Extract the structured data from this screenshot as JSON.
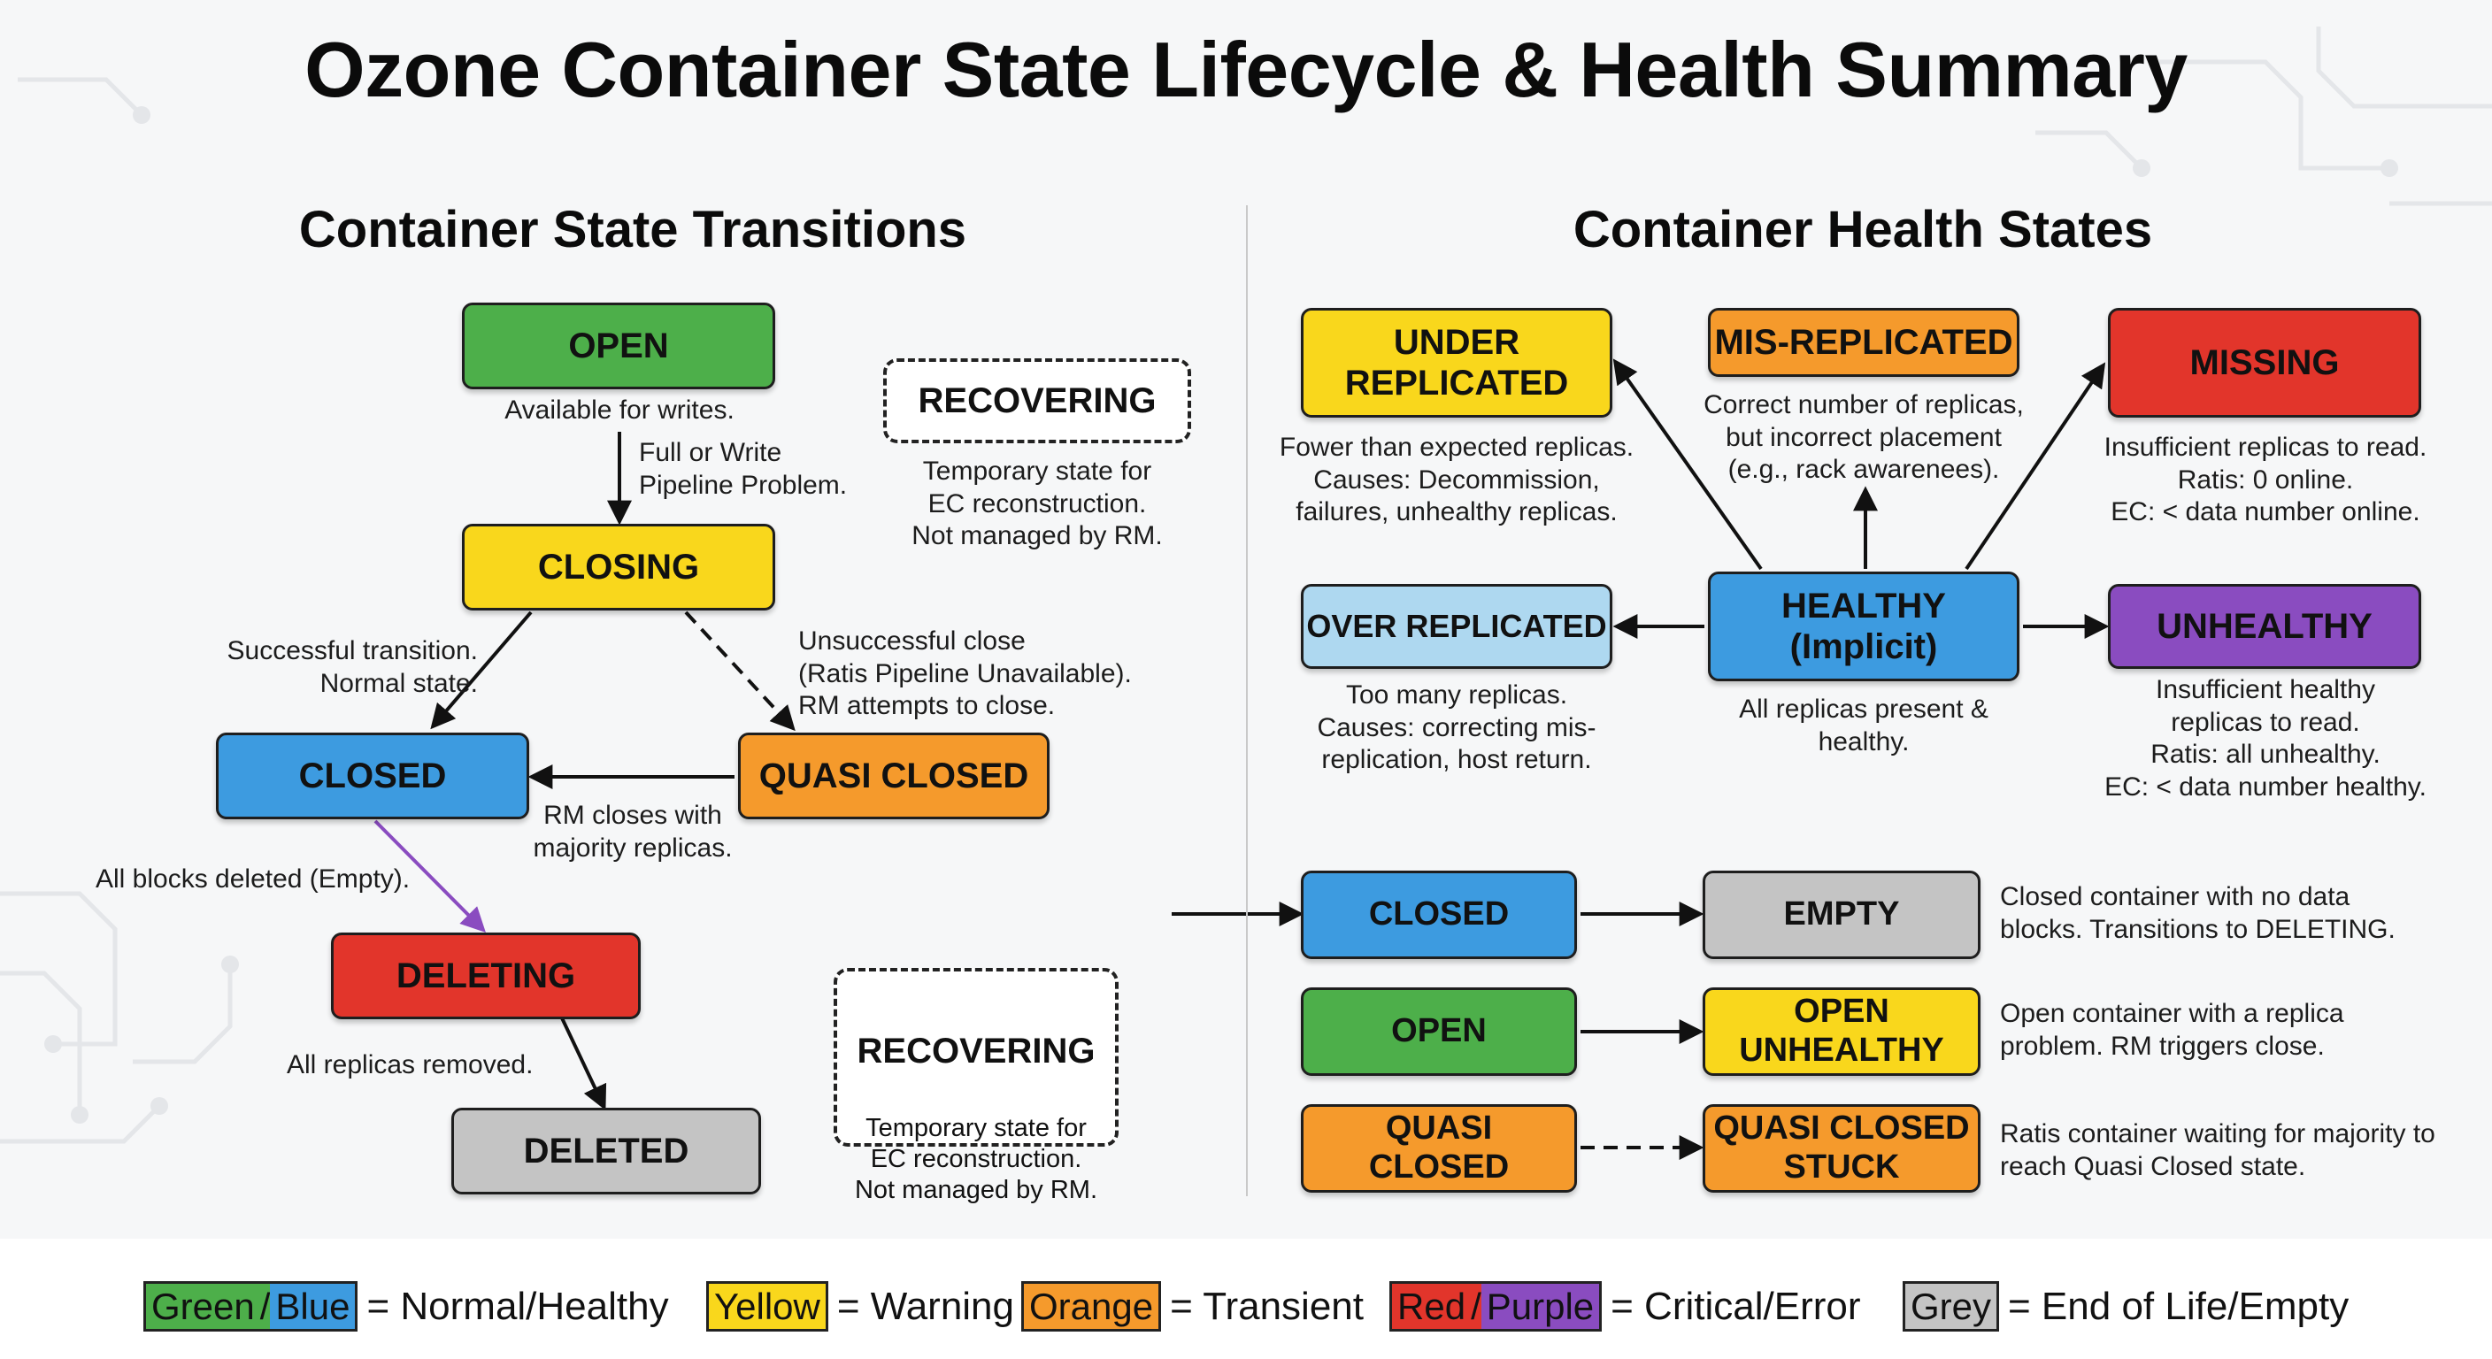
{
  "title": "Ozone Container State Lifecycle & Health Summary",
  "colors": {
    "green": "#4daf4a",
    "blue": "#3d9be0",
    "yellow": "#f9d71c",
    "orange": "#f59a2c",
    "red": "#e2352b",
    "purple": "#8a4cc0",
    "grey": "#c4c4c4",
    "light_blue": "#aed8f0",
    "purple_arrow": "#8a4cc0"
  },
  "left": {
    "heading": "Container State Transitions",
    "states": {
      "open": "OPEN",
      "closing": "CLOSING",
      "closed": "CLOSED",
      "quasi_closed": "QUASI CLOSED",
      "deleting": "DELETING",
      "deleted": "DELETED",
      "recovering_top": "RECOVERING",
      "recovering_bottom": "RECOVERING"
    },
    "notes": {
      "open_desc": "Available for writes.",
      "open_to_closing": "Full or Write\nPipeline Problem.",
      "recovering_top_desc": "Temporary state for\nEC reconstruction.\nNot managed by RM.",
      "closing_to_closed": "Successful transition.\nNormal state.",
      "closing_to_quasi": "Unsuccessful close\n(Ratis Pipeline Unavailable).\nRM attempts to close.",
      "quasi_to_closed": "RM closes with\nmajority replicas.",
      "closed_to_deleting": "All blocks deleted (Empty).",
      "deleting_to_deleted": "All replicas removed.",
      "recovering_bottom_desc": "Temporary state for\nEC reconstruction.\nNot managed by RM."
    }
  },
  "right": {
    "heading": "Container Health States",
    "states": {
      "under_replicated": "UNDER\nREPLICATED",
      "mis_replicated": "MIS-REPLICATED",
      "missing": "MISSING",
      "over_replicated": "OVER REPLICATED",
      "healthy": "HEALTHY\n(Implicit)",
      "unhealthy": "UNHEALTHY"
    },
    "notes": {
      "under_replicated_desc": "Fower than expected replicas.\nCauses: Decommission,\nfailures, unhealthy replicas.",
      "mis_replicated_desc": "Correct number of replicas,\nbut incorrect placement\n(e.g., rack awarenees).",
      "missing_desc": "Insufficient replicas to read.\nRatis: 0 online.\nEC: < data number online.",
      "over_replicated_desc": "Too many replicas.\nCauses: correcting mis-\nreplication, host return.",
      "healthy_desc": "All replicas present &\nhealthy.",
      "unhealthy_desc": "Insufficient healthy\nreplicas to read.\nRatis: all unhealthy.\nEC: < data number healthy."
    },
    "sub_rows": [
      {
        "from": "CLOSED",
        "to": "EMPTY",
        "desc": "Closed container with no data\nblocks. Transitions to DELETING."
      },
      {
        "from": "OPEN",
        "to": "OPEN\nUNHEALTHY",
        "desc": "Open container with a replica\nproblem. RM triggers close."
      },
      {
        "from": "QUASI\nCLOSED",
        "to": "QUASI CLOSED\nSTUCK",
        "desc": "Ratis container waiting for majority to\nreach Quasi Closed state."
      }
    ]
  },
  "legend": {
    "green": "Green",
    "slash1": "/",
    "blue": "Blue",
    "normal": "= Normal/Healthy",
    "yellow": "Yellow",
    "warning": "= Warning",
    "orange": "Orange",
    "transient": "= Transient",
    "red": "Red",
    "slash2": "/",
    "purple": "Purple",
    "critical": "= Critical/Error",
    "grey": "Grey",
    "end": "= End of Life/Empty"
  }
}
